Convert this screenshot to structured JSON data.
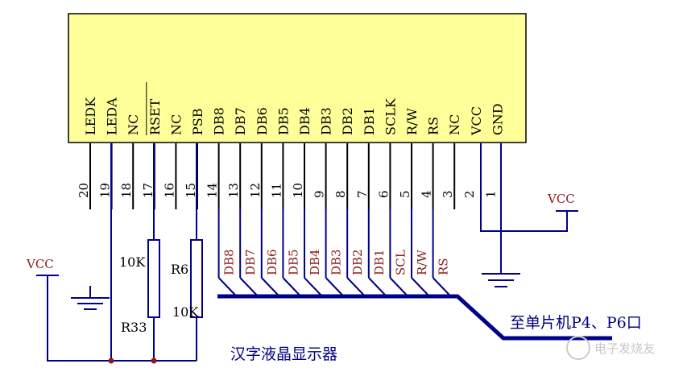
{
  "lcd": {
    "fill": "#ffff99",
    "pins": [
      {
        "num": "20",
        "name": "LEDK"
      },
      {
        "num": "19",
        "name": "LEDA"
      },
      {
        "num": "18",
        "name": "NC"
      },
      {
        "num": "17",
        "name": "RSET"
      },
      {
        "num": "16",
        "name": "NC"
      },
      {
        "num": "15",
        "name": "PSB"
      },
      {
        "num": "14",
        "name": "DB8"
      },
      {
        "num": "13",
        "name": "DB7"
      },
      {
        "num": "12",
        "name": "DB6"
      },
      {
        "num": "11",
        "name": "DB5"
      },
      {
        "num": "10",
        "name": "DB4"
      },
      {
        "num": "9",
        "name": "DB3"
      },
      {
        "num": "8",
        "name": "DB2"
      },
      {
        "num": "7",
        "name": "DB1"
      },
      {
        "num": "6",
        "name": "SCLK"
      },
      {
        "num": "5",
        "name": "R/W"
      },
      {
        "num": "4",
        "name": "RS"
      },
      {
        "num": "3",
        "name": "NC"
      },
      {
        "num": "2",
        "name": "VCC"
      },
      {
        "num": "1",
        "name": "GND"
      }
    ]
  },
  "bus_labels": [
    "DB8",
    "DB7",
    "DB6",
    "DB5",
    "DB4",
    "DB3",
    "DB2",
    "DB1",
    "SCL",
    "R/W",
    "RS"
  ],
  "components": {
    "r33_value": "10K",
    "r33_ref": "R33",
    "r6_ref": "R6",
    "r6_value": "10K"
  },
  "power": {
    "vcc_left": "VCC",
    "vcc_right": "VCC"
  },
  "bus_destination": "至单片机P4、P6口",
  "caption": "汉字液晶显示器",
  "watermark": "电子发烧友",
  "colors": {
    "wire": "#00008b",
    "label": "#8b1a1a",
    "outline": "#000000"
  }
}
